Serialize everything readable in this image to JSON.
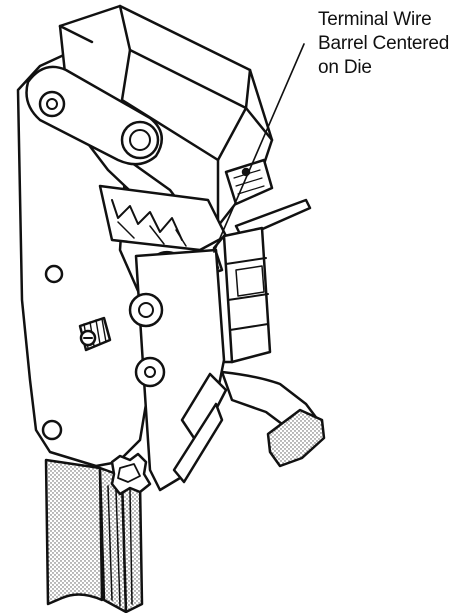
{
  "callout": {
    "lines": [
      "Terminal Wire",
      "Barrel Centered",
      "on Die"
    ]
  },
  "colors": {
    "ink": "#111111",
    "paper": "#ffffff",
    "stipple": "#555555"
  }
}
